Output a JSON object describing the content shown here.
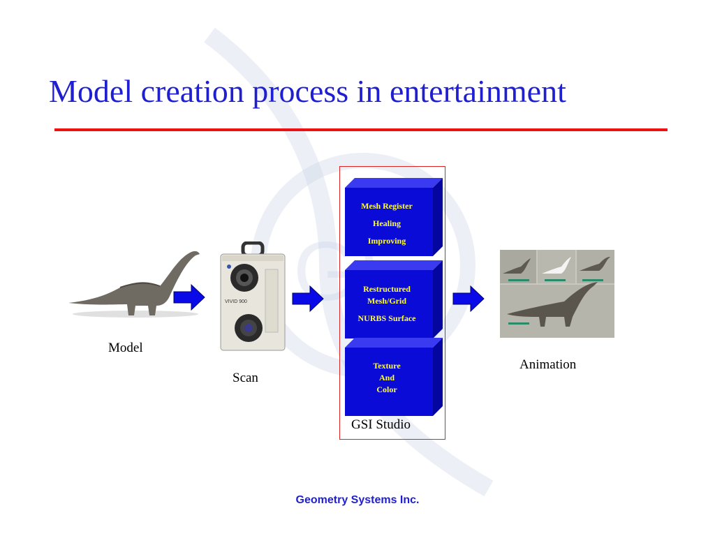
{
  "slide": {
    "title": "Model creation process in entertainment",
    "footer": "Geometry Systems Inc."
  },
  "watermark": {
    "text": "GS"
  },
  "stages": {
    "model_label": "Model",
    "scan_label": "Scan",
    "studio_label": "GSI Studio",
    "animation_label": "Animation"
  },
  "scanner": {
    "brand_text": "VIVID 900"
  },
  "studio_boxes": [
    {
      "lines": [
        "Mesh Register",
        "Healing",
        "Improving"
      ]
    },
    {
      "lines": [
        "Restructured",
        "Mesh/Grid",
        "",
        "NURBS Surface"
      ]
    },
    {
      "lines": [
        "Texture",
        "And",
        "Color"
      ]
    }
  ],
  "colors": {
    "title": "#1f1fd0",
    "rule": "#ee1111",
    "box_fill": "#0b0bd8",
    "box_text": "#ffff33",
    "arrow": "#0a0ae8",
    "frame": "#dd2222"
  }
}
